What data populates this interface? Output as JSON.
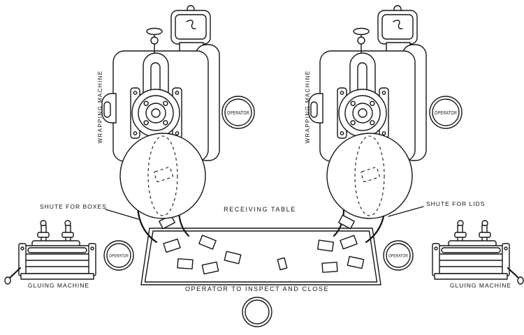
{
  "diagram": {
    "kind": "packaging-line-floor-plan",
    "colors": {
      "ink": "#151515",
      "paper": "#ffffff"
    }
  },
  "labels": {
    "wrapping_machine_left": "WRAPPING MACHINE",
    "wrapping_machine_right": "WRAPPING MACHINE",
    "operator_wrapping_left": "OPERATOR",
    "operator_wrapping_right": "OPERATOR",
    "operator_gluing_left": "OPERATOR",
    "operator_gluing_right": "OPERATOR",
    "shute_for_boxes": "SHUTE FOR BOXES",
    "shute_for_lids": "SHUTE FOR LIDS",
    "receiving_table": "RECEIVING TABLE",
    "operator_inspect": "OPERATOR TO INSPECT AND CLOSE",
    "gluing_machine_left": "GLUING MACHINE",
    "gluing_machine_right": "GLUING MACHINE"
  }
}
